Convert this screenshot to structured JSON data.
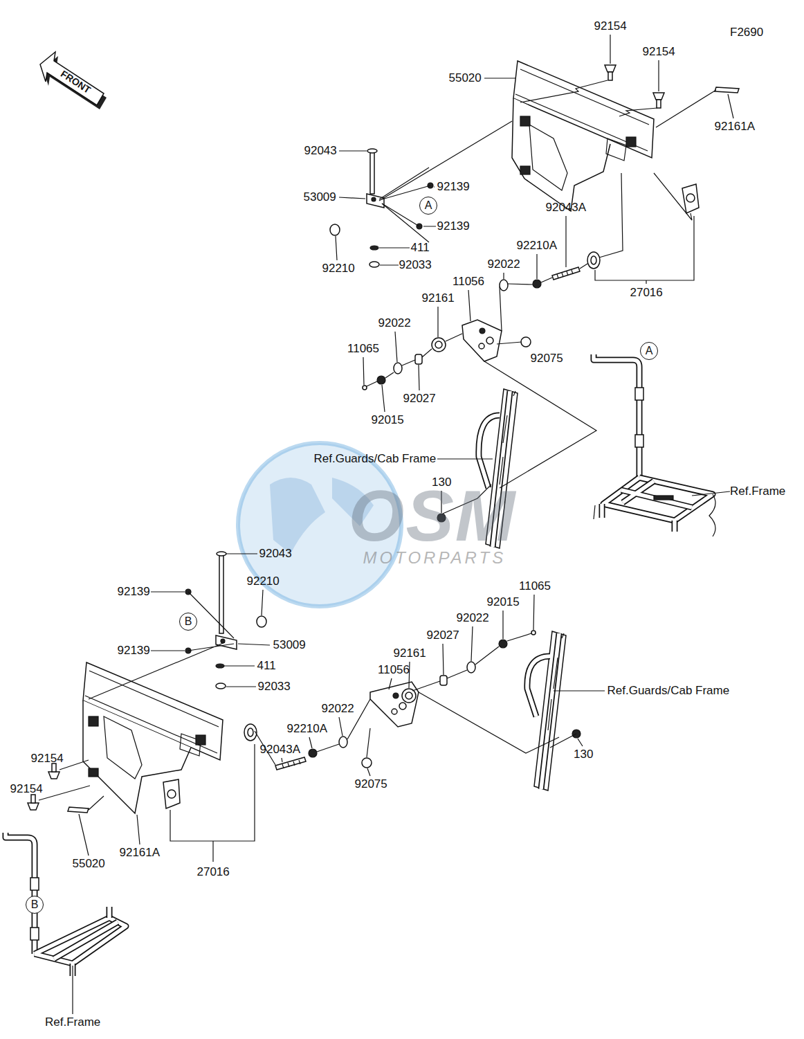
{
  "diagram": {
    "nodes": [
      {
        "text": [
          "A"
        ]
      },
      {
        "text": [
          "A"
        ]
      },
      {
        "text": [
          "B"
        ]
      },
      {
        "text": [
          "B"
        ]
      }
    ],
    "labels": [
      "F2690",
      "92154",
      "92154",
      "55020",
      "92161A",
      "92043",
      "92139",
      "53009",
      "92043A",
      "92139",
      "411",
      "92210A",
      "92022",
      "92033",
      "92210",
      "11056",
      "27016",
      "92161",
      "92022",
      "11065",
      "92075",
      "92027",
      "92015",
      "Ref.Guards/Cab Frame",
      "130",
      "Ref.Frame",
      "OSM",
      "MOTORPARTS",
      "92043",
      "92210",
      "11065",
      "92139",
      "92015",
      "92022",
      "92027",
      "53009",
      "92139",
      "92161",
      "411",
      "11056",
      "Ref.Guards/Cab Frame",
      "92033",
      "92022",
      "92210A",
      "92043A",
      "92154",
      "130",
      "92154",
      "92075",
      "55020",
      "92161A",
      "27016",
      "Ref.Frame",
      "FRONT"
    ]
  }
}
